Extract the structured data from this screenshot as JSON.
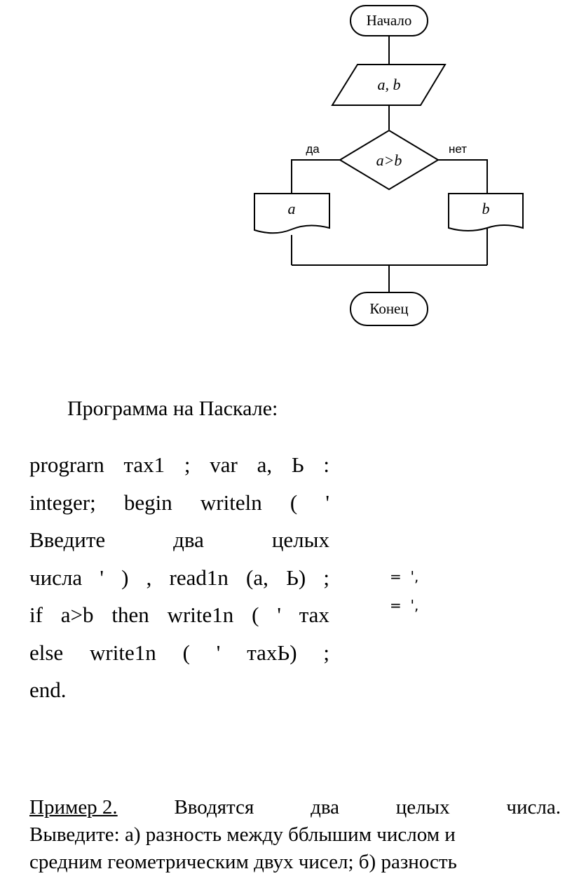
{
  "flowchart": {
    "start": "Начало",
    "input": "a, b",
    "condition": "a>b",
    "yes_label": "да",
    "no_label": "нет",
    "output_yes": "a",
    "output_no": "b",
    "end": "Конец"
  },
  "heading": "Программа на Паскале:",
  "code_lines": [
    [
      "prograrn",
      "тах1",
      ";",
      "var",
      "а,",
      "Ь",
      ":"
    ],
    [
      "integer;",
      "begin",
      "writeln",
      "(",
      "'"
    ],
    [
      "Введите",
      "два",
      "целых"
    ],
    [
      "числа",
      "'",
      ")",
      ",",
      "read1n",
      "(а,",
      "Ь)",
      ";"
    ],
    [
      "if",
      "a>b",
      "then",
      "write1n",
      "(",
      "'",
      "тах"
    ],
    [
      "else",
      "write1n",
      "(",
      "'",
      "тахЬ)",
      ";"
    ],
    [
      "end."
    ]
  ],
  "side_notes": [
    "=  ',",
    "=  ',"
  ],
  "example": {
    "title": "Пример 2.",
    "line1_words": [
      "Вводятся",
      "два",
      "целых",
      "числа."
    ],
    "line2": "Выведите: а) разность между бблышим числом и",
    "line3": "средним геометрическим двух чисел; б) разность"
  }
}
